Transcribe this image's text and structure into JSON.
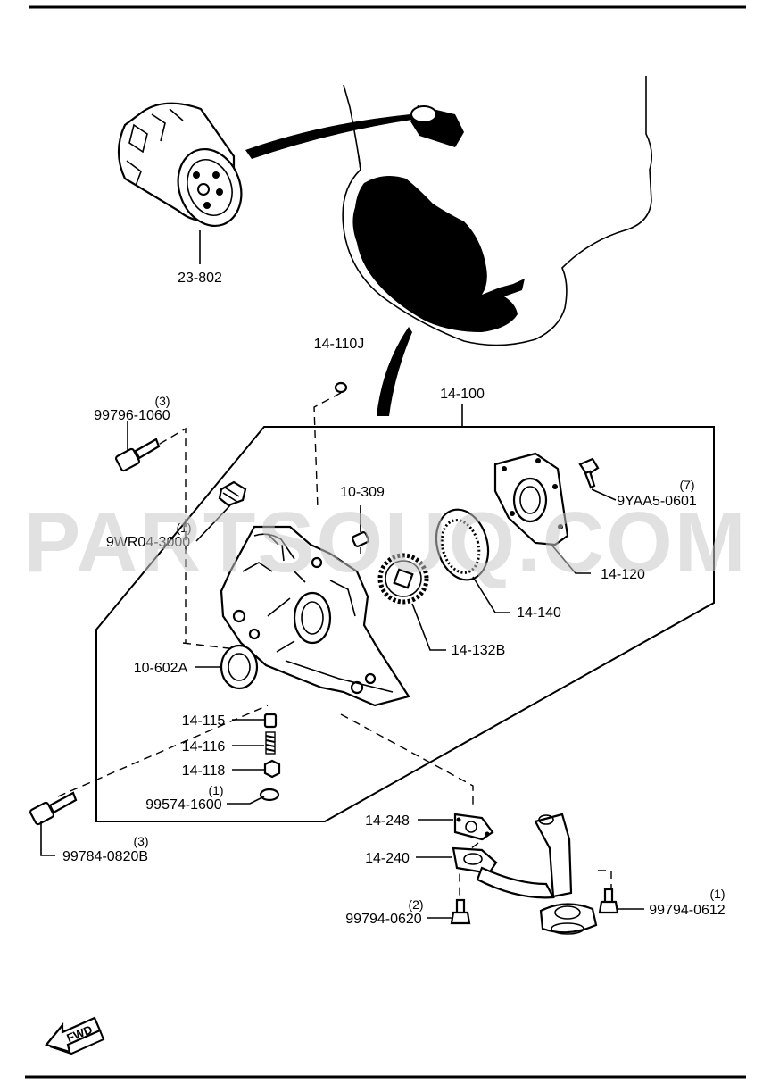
{
  "watermark": "PARTSOUQ.COM",
  "direction_marker": "FWD",
  "parts": {
    "oil_filter": "23-802",
    "o_ring_top": "14-110J",
    "oil_pump_assy": "14-100",
    "bolt_upper_left": {
      "code": "99796-1060",
      "qty": "(3)"
    },
    "plug_9wr": {
      "code": "9WR04-3000",
      "qty": "(1)"
    },
    "pin": "10-309",
    "screw_9yaa": {
      "code": "9YAA5-0601",
      "qty": "(7)"
    },
    "cover": "14-120",
    "outer_rotor": "14-140",
    "inner_rotor": "14-132B",
    "oil_seal": "10-602A",
    "plunger": "14-115",
    "spring": "14-116",
    "plug_118": "14-118",
    "o_ring_bottom": {
      "code": "99574-1600",
      "qty": "(1)"
    },
    "bolt_lower_left": {
      "code": "99784-0820B",
      "qty": "(3)"
    },
    "gasket": "14-248",
    "strainer": "14-240",
    "bolt_0620": {
      "code": "99794-0620",
      "qty": "(2)"
    },
    "bolt_0612": {
      "code": "99794-0612",
      "qty": "(1)"
    }
  }
}
